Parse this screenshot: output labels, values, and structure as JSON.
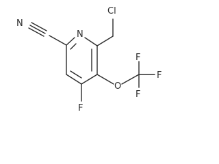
{
  "molecule": {
    "atoms": {
      "ring_nitrogen": "N",
      "nitrile_nitrogen": "N",
      "nitrile_carbon": "C",
      "chlorine": "Cl",
      "ring_fluorine": "F",
      "ether_oxygen": "O",
      "cf3_fluorine_top": "F",
      "cf3_fluorine_right": "F",
      "cf3_fluorine_bottom": "F"
    }
  }
}
